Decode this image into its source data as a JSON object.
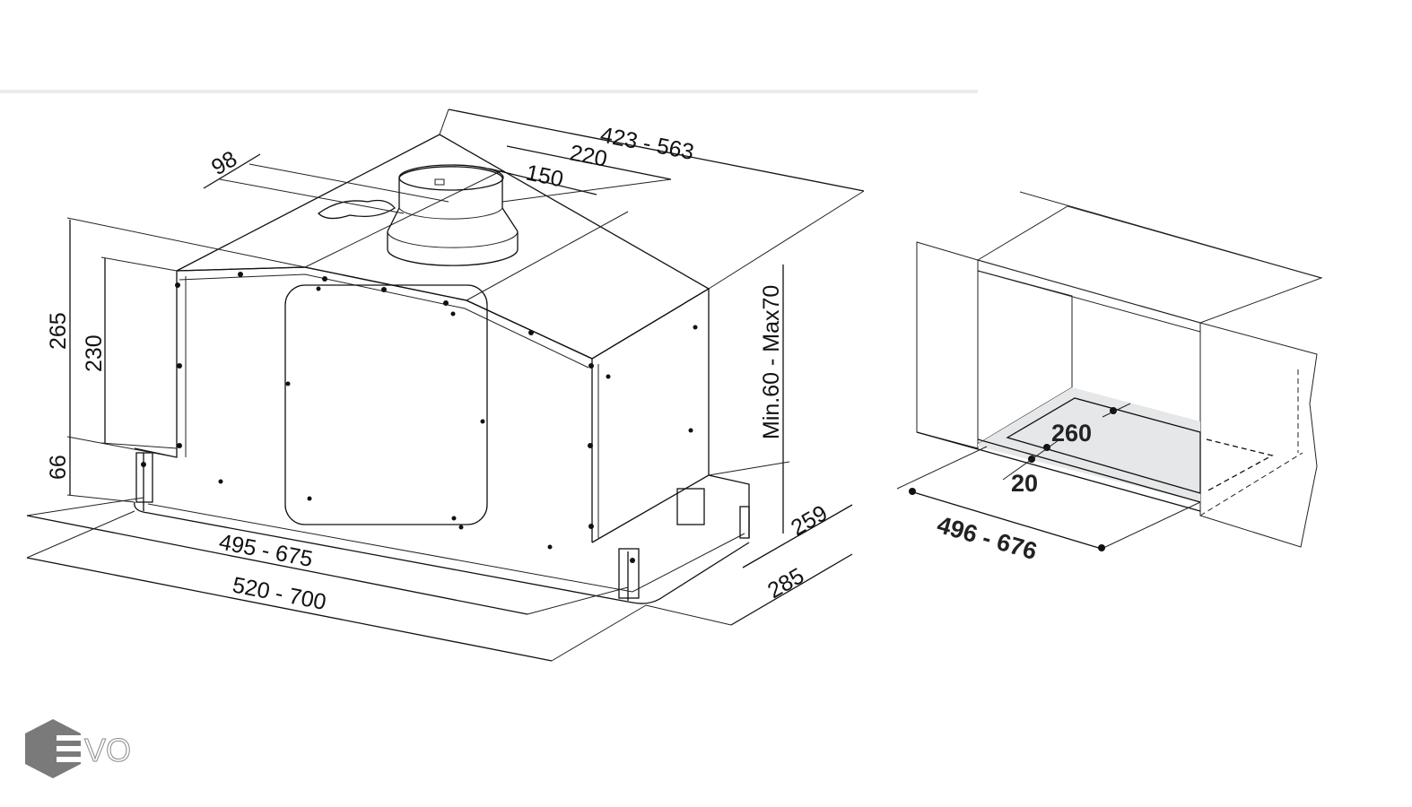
{
  "hood_drawing": {
    "width_top": "423  -  563",
    "duct_offset": "98",
    "duct_depth": "220",
    "duct_diameter": "150",
    "height_total": "265",
    "height_body": "230",
    "height_base": "66",
    "clearance": "Min.60  -  Max70",
    "depth_inner": "259",
    "depth_outer": "285",
    "width_inner": "495  -  675",
    "width_outer": "520  -  700"
  },
  "cutout_drawing": {
    "depth": "260",
    "margin": "20",
    "width": "496 - 676"
  },
  "logo": {
    "text": "EVO",
    "color": "#7a7a7a"
  },
  "colors": {
    "wall": "#e6e7e8",
    "wall_dark": "#bcbdc0",
    "line": "#111111"
  }
}
